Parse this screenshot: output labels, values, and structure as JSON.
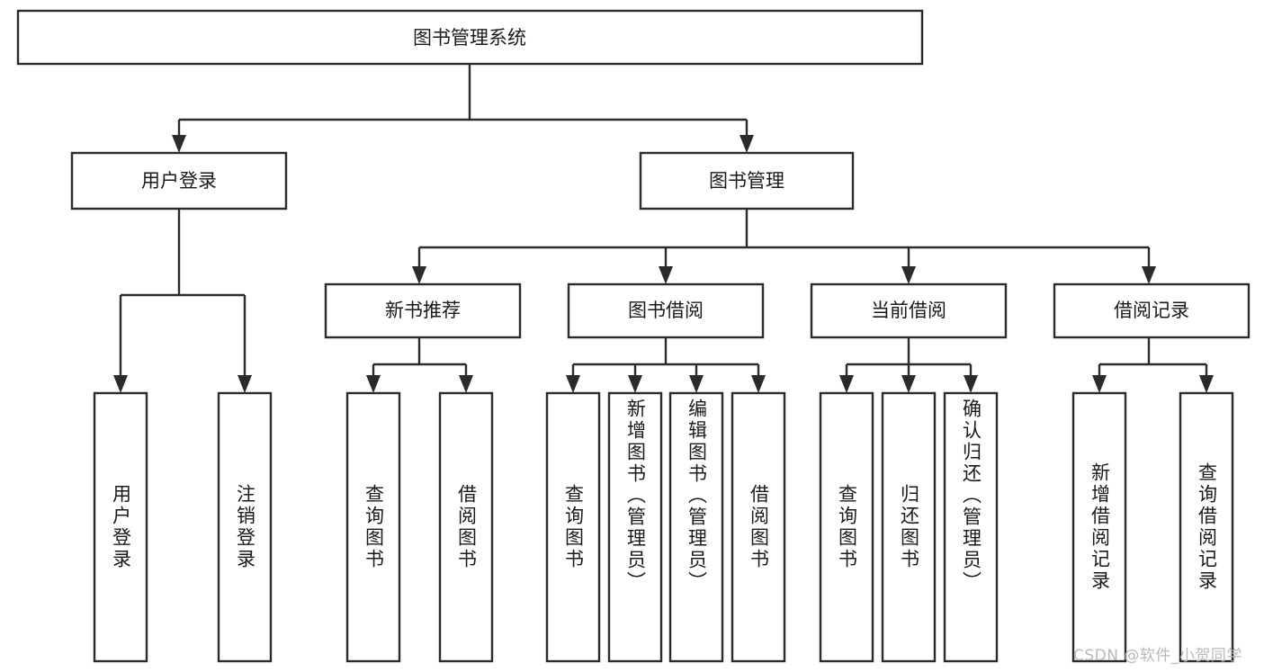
{
  "diagram": {
    "title": "图书管理系统",
    "watermark": "CSDN @软件_小贺同学",
    "colors": {
      "stroke": "#2b2b2b",
      "box_fill": "#ffffff",
      "text": "#1a1a1a",
      "watermark": "#b9b9b9",
      "background": "#ffffff"
    },
    "root": {
      "label": "图书管理系统"
    },
    "level2": [
      {
        "label": "用户登录"
      },
      {
        "label": "图书管理"
      }
    ],
    "level3": [
      {
        "label": "新书推荐"
      },
      {
        "label": "图书借阅"
      },
      {
        "label": "当前借阅"
      },
      {
        "label": "借阅记录"
      }
    ],
    "leaves": {
      "user_login": [
        {
          "label": "用户登录"
        },
        {
          "label": "注销登录"
        }
      ],
      "new_book_recommend": [
        {
          "label": "查询图书"
        },
        {
          "label": "借阅图书"
        }
      ],
      "book_borrow": [
        {
          "label": "查询图书"
        },
        {
          "label": "新增图书（管理员）"
        },
        {
          "label": "编辑图书（管理员）"
        },
        {
          "label": "借阅图书"
        }
      ],
      "current_borrow": [
        {
          "label": "查询图书"
        },
        {
          "label": "归还图书"
        },
        {
          "label": "确认归还（管理员）"
        }
      ],
      "borrow_record": [
        {
          "label": "新增借阅记录"
        },
        {
          "label": "查询借阅记录"
        }
      ]
    }
  }
}
